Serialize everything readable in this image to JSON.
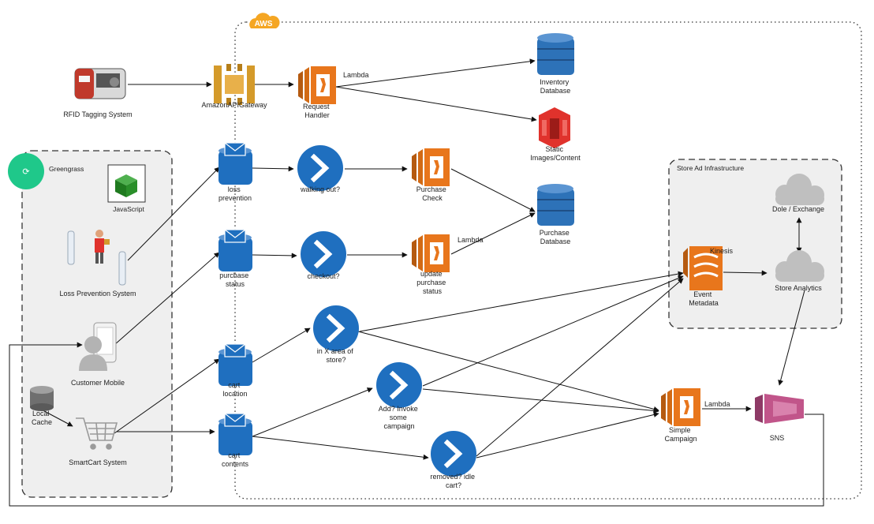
{
  "colors": {
    "lambda": "#e8761c",
    "lambda_dark": "#b55a10",
    "dynamo": "#2d72b8",
    "dynamo_dark": "#1f4f86",
    "step": "#1f6fbf",
    "sqs": "#1f6fbf",
    "s3": "#e0322c",
    "apigw": "#d49a2a",
    "kinesis": "#e8761c",
    "sns": "#c1558a",
    "cloud": "#bfbfbf",
    "greengrass": "#1fc88a",
    "js_cube": "#2a8f2a",
    "panel_bg": "#efefef",
    "aws_badge": "#f5a623"
  },
  "aws_badge": "AWS",
  "greengrass": {
    "title": "Greengrass",
    "javascript_label": "JavaScript"
  },
  "store_ad": {
    "title": "Store Ad Infrastructure"
  },
  "nodes": {
    "rfid": "RFID Tagging System",
    "apigw": "AmazonAPIGateway",
    "request_handler": [
      "Request",
      "Handler"
    ],
    "lambda_top": "Lambda",
    "inventory_db": [
      "Inventory",
      "Database"
    ],
    "static_images": [
      "Static",
      "Images/Content"
    ],
    "loss_prevention_queue": [
      "loss",
      "prevention"
    ],
    "walking_out": "walking out?",
    "purchase_check": [
      "Purchase",
      "Check"
    ],
    "purchase_db": [
      "Purchase",
      "Database"
    ],
    "lambda_mid": "Lambda",
    "purchase_status_queue": [
      "purchase",
      "status"
    ],
    "checkout": "checkout?",
    "update_purchase": [
      "update",
      "purchase",
      "status"
    ],
    "loss_prevention_system": "Loss Prevention System",
    "customer_mobile": "Customer Mobile",
    "in_x_area": [
      "in X area of",
      "store?"
    ],
    "cart_location": [
      "cart",
      "location"
    ],
    "add_invoke": [
      "Add? Invoke",
      "some",
      "campaign"
    ],
    "local_cache": [
      "Local",
      "Cache"
    ],
    "smartcart": "SmartCart System",
    "cart_contents": [
      "cart",
      "contents"
    ],
    "removed_idle": [
      "removed? idle",
      "cart?"
    ],
    "kinesis": "Kinesis",
    "event_metadata": [
      "Event",
      "Metadata"
    ],
    "dole_exchange": "Dole / Exchange",
    "store_analytics": "Store Analytics",
    "simple_campaign": [
      "Simple",
      "Campaign"
    ],
    "lambda_bottom": "Lambda",
    "sns": "SNS"
  }
}
